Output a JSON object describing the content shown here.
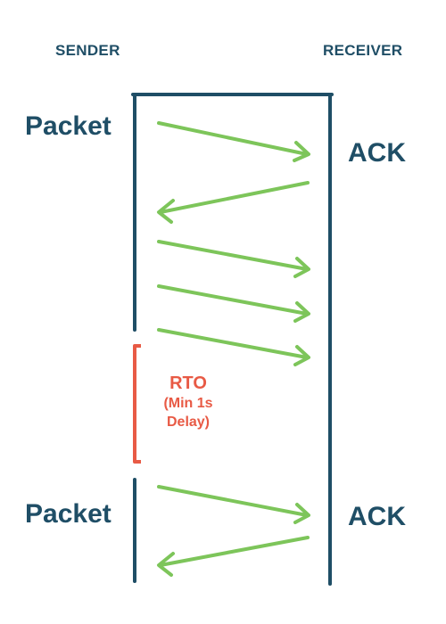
{
  "headers": {
    "sender": "SENDER",
    "receiver": "RECEIVER"
  },
  "labels": {
    "packet_1": "Packet",
    "ack_1": "ACK",
    "packet_2": "Packet",
    "ack_2": "ACK"
  },
  "rto": {
    "title": "RTO",
    "note_line1": "(Min 1s",
    "note_line2": "Delay)"
  },
  "colors": {
    "timeline": "#1f4e66",
    "arrow": "#7dc55a",
    "rto": "#e85a45"
  }
}
